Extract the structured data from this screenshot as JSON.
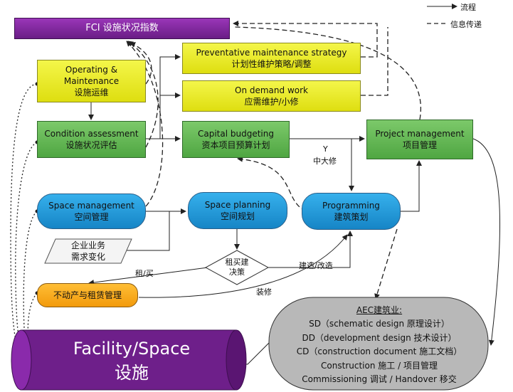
{
  "legend": {
    "flow": "流程",
    "info": "信息传递"
  },
  "fci": "FCI 设施状况指数",
  "om": {
    "l1": "Operating &",
    "l2": "Maintenance",
    "l3": "设施运维"
  },
  "ca": {
    "l1": "Condition assessment",
    "l2": "设施状况评估"
  },
  "pm_strategy": {
    "l1": "Preventative maintenance strategy",
    "l2": "计划性维护策略/调整"
  },
  "on_demand": {
    "l1": "On demand work",
    "l2": "应需维护/小修"
  },
  "capital": {
    "l1": "Capital budgeting",
    "l2": "资本项目预算计划"
  },
  "project_mgmt": {
    "l1": "Project management",
    "l2": "项目管理"
  },
  "space_mgmt": {
    "l1": "Space management",
    "l2": "空间管理"
  },
  "space_plan": {
    "l1": "Space planning",
    "l2": "空间规划"
  },
  "programming": {
    "l1": "Programming",
    "l2": "建筑策划"
  },
  "business": {
    "l1": "企业业务",
    "l2": "需求变化"
  },
  "decision": {
    "l1": "租买建",
    "l2": "决策"
  },
  "realestate": "不动产与租赁管理",
  "facility": {
    "l1": "Facility/Space",
    "l2": "设施"
  },
  "aec": {
    "title": "AEC建筑业:",
    "lines": [
      "SD（schematic design 原理设计）",
      "DD（development design 技术设计）",
      "CD（construction document 施工文档）",
      "Construction 施工 / 项目管理",
      "Commissioning 调试 / Handover 移交"
    ]
  },
  "labels": {
    "y": "Y",
    "major": "中大修",
    "rent_buy": "租/买",
    "build": "建造/改造",
    "renovate": "装修"
  }
}
